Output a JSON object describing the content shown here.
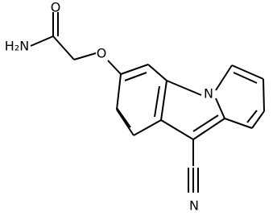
{
  "labels": {
    "amide_oxygen": "O",
    "amide_nitrogen": "H₂N",
    "ether_oxygen": "O",
    "ring_nitrogen": "N",
    "nitrile_nitrogen": "N"
  }
}
